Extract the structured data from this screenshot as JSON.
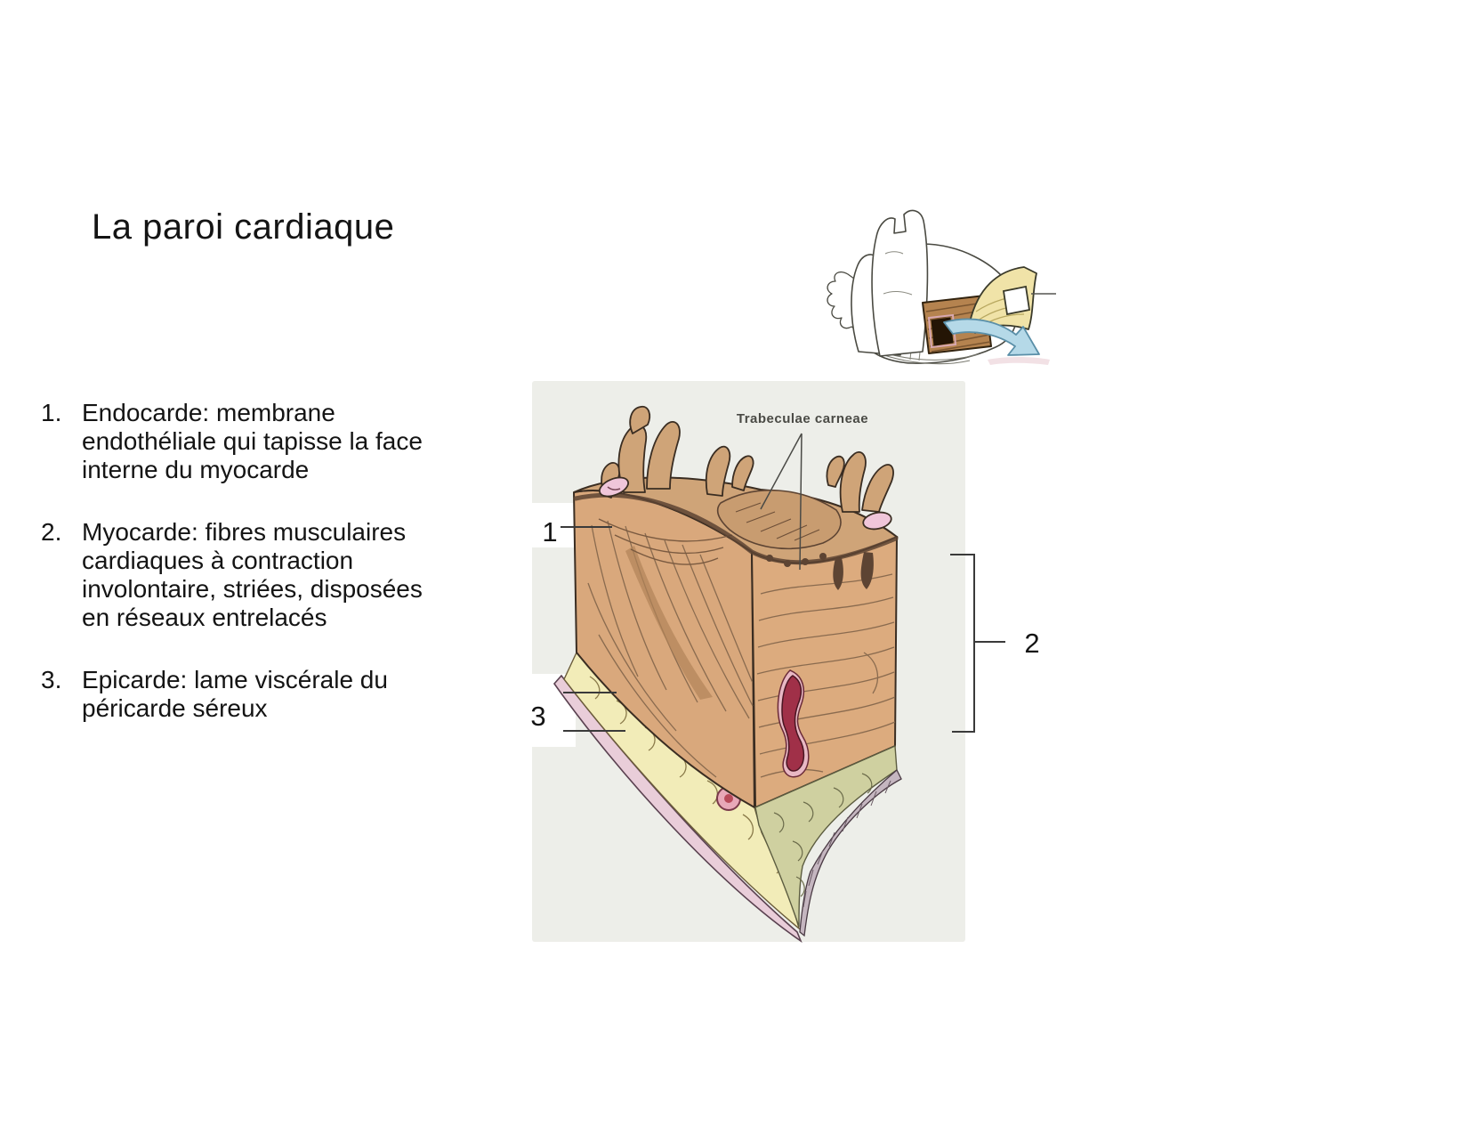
{
  "slide": {
    "title": "La paroi cardiaque",
    "items": [
      {
        "num": "1.",
        "text": "Endocarde: membrane endothéliale qui tapisse la face interne du myocarde"
      },
      {
        "num": "2.",
        "text": "Myocarde: fibres musculaires cardiaques à contraction involontaire, striées, disposées en réseaux entrelacés"
      },
      {
        "num": "3.",
        "text": "Epicarde: lame viscérale du péricarde séreux"
      }
    ]
  },
  "figure": {
    "caption": "Trabeculae carneae",
    "label_endocarde": "1",
    "label_myocarde": "2",
    "label_epicarde": "3"
  },
  "colors": {
    "scan_background": "#edeee9",
    "myocardium_tan": "#d9a87c",
    "myocardium_tan_right": "#dcab7e",
    "trabeculae_tan": "#cfa478",
    "fat_yellow": "#f2ecb8",
    "fat_green": "#cfd0a0",
    "pericardium_pink": "#e9cdd9",
    "cut_edge_mauve": "#c5b6c0",
    "vessel_red": "#a03048",
    "vessel_pink": "#f0c6da",
    "arrow_blue": "#b5d9e8",
    "flap_yellow": "#f0e3a8",
    "inset_muscle_brown": "#b5834f"
  }
}
